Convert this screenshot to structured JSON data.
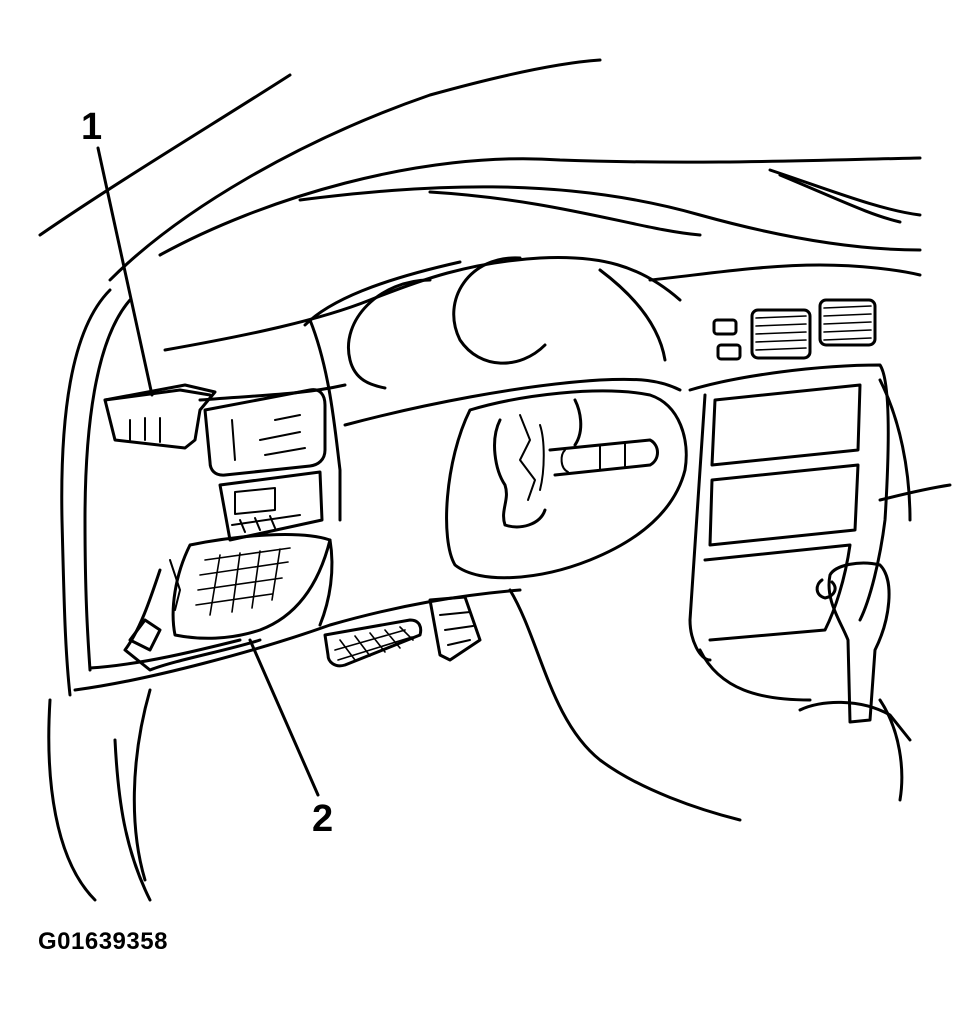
{
  "callouts": {
    "label_1": "1",
    "label_2": "2"
  },
  "figure_id": "G01639358"
}
